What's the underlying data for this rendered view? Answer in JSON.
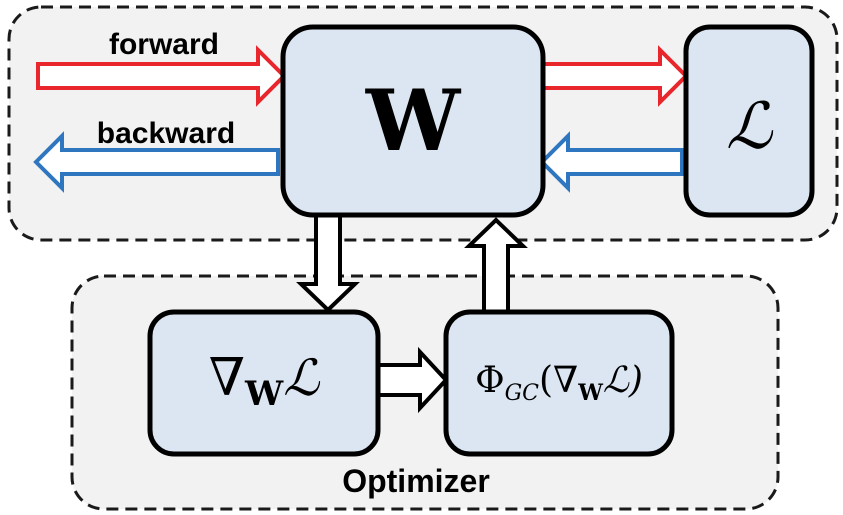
{
  "labels": {
    "forward": "forward",
    "backward": "backward",
    "optimizer": "Optimizer"
  },
  "nodes": {
    "weights": "W",
    "loss": "ℒ",
    "gradient_prefix": "∇",
    "gradient_sub": "W",
    "gradient_loss": "ℒ",
    "gc_phi": "Φ",
    "gc_sub": "GC",
    "gc_open": "(∇",
    "gc_inner_sub": "W",
    "gc_close": "ℒ)"
  },
  "colors": {
    "forward_arrow": "#e8262b",
    "backward_arrow": "#2f76c0",
    "box_fill": "#dce6f2",
    "group_fill": "#f2f2f2",
    "stroke": "#000000"
  }
}
